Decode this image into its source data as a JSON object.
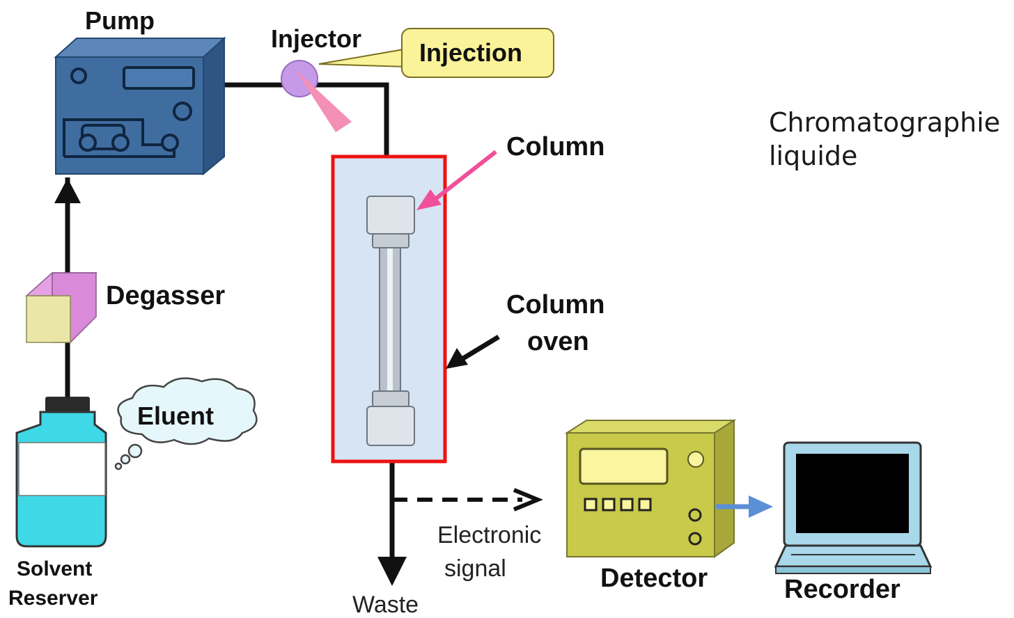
{
  "caption": {
    "line1": "Chromatographie",
    "line2": "liquide"
  },
  "labels": {
    "pump": "Pump",
    "injector": "Injector",
    "injection": "Injection",
    "column": "Column",
    "column_oven_1": "Column",
    "column_oven_2": "oven",
    "degasser": "Degasser",
    "eluent": "Eluent",
    "solvent_1": "Solvent",
    "solvent_2": "Reserver",
    "waste": "Waste",
    "signal_1": "Electronic",
    "signal_2": "signal",
    "detector": "Detector",
    "recorder": "Recorder"
  },
  "colors": {
    "pump_body": "#3d6a9e",
    "oven_highlight": "#ee1111",
    "oven_fill": "#d7e4f4",
    "injection_bubble": "#fbf39a",
    "degasser": "#d98ad9",
    "solvent": "#3fd8e6",
    "detector": "#c9c94a",
    "monitor": "#a8d8ea",
    "column_arrow": "#f0509a",
    "signal_arrow": "#5b8fd6"
  }
}
